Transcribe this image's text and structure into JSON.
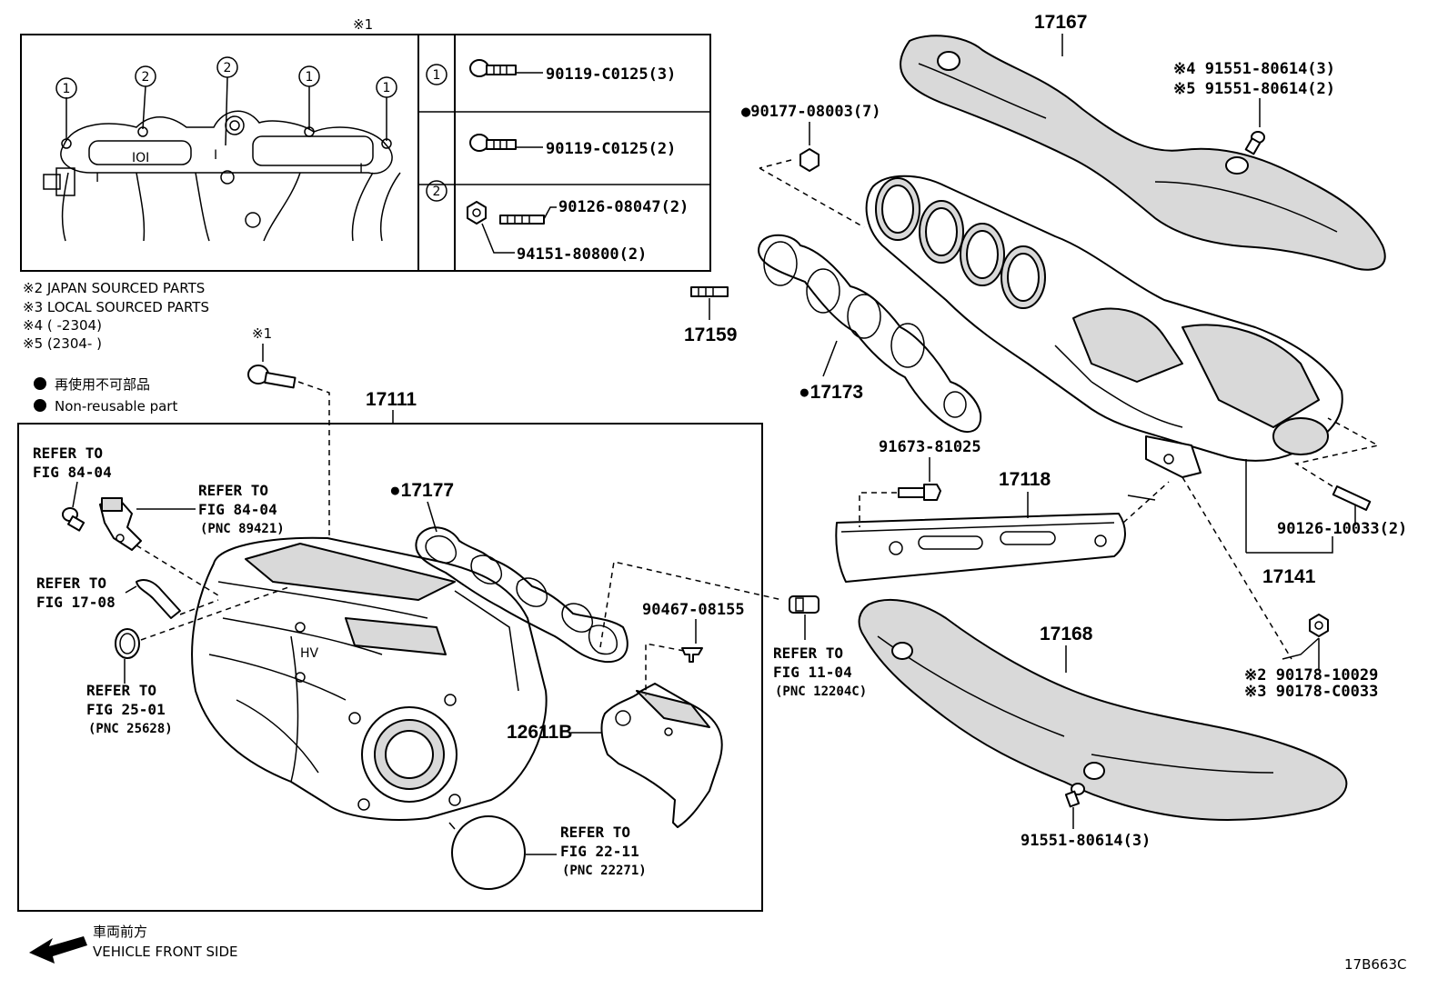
{
  "inset": {
    "ref_mark": "※1",
    "row1": {
      "circle": "1",
      "part": "90119-C0125(3)"
    },
    "row2": {
      "part": "90119-C0125(2)"
    },
    "row3": {
      "circle": "2",
      "stud": "90126-08047(2)",
      "nut": "94151-80800(2)"
    },
    "bolt_labels": [
      "1",
      "2",
      "2",
      "1",
      "1"
    ]
  },
  "notes": {
    "n2": "※2  JAPAN SOURCED PARTS",
    "n3": "※3  LOCAL SOURCED PARTS",
    "n4": "※4 (        -2304)",
    "n5": "※5 (2304-        )"
  },
  "legend": {
    "jp": "再使用不可部品",
    "en": "Non-reusable part"
  },
  "parts": {
    "p17111": "17111",
    "p17177": "●17177",
    "p12611B": "12611B",
    "p90467": "90467-08155",
    "p17167": "17167",
    "p90177": "●90177-08003(7)",
    "p91551_a": "※4 91551-80614(3)",
    "p91551_b": "※5 91551-80614(2)",
    "p17159": "17159",
    "p17173": "●17173",
    "p91673": "91673-81025",
    "p17118": "17118",
    "p90126": "90126-10033(2)",
    "p17141": "17141",
    "p17168": "17168",
    "p90178_a": "※2 90178-10029",
    "p90178_b": "※3 90178-C0033",
    "p91551_c": "91551-80614(3)",
    "bolt_mark": "※1"
  },
  "refs": {
    "r1": {
      "l1": "REFER TO",
      "l2": "FIG 84-04"
    },
    "r2": {
      "l1": "REFER TO",
      "l2": "FIG 84-04",
      "l3": "(PNC 89421)"
    },
    "r3": {
      "l1": "REFER TO",
      "l2": "FIG 17-08"
    },
    "r4": {
      "l1": "REFER TO",
      "l2": "FIG 25-01",
      "l3": "(PNC 25628)"
    },
    "r5": {
      "l1": "REFER TO",
      "l2": "FIG 11-04",
      "l3": "(PNC 12204C)"
    },
    "r6": {
      "l1": "REFER TO",
      "l2": "FIG 22-11",
      "l3": "(PNC 22271)"
    }
  },
  "footer": {
    "jp": "車両前方",
    "en": "VEHICLE FRONT SIDE",
    "code": "17B663C"
  }
}
